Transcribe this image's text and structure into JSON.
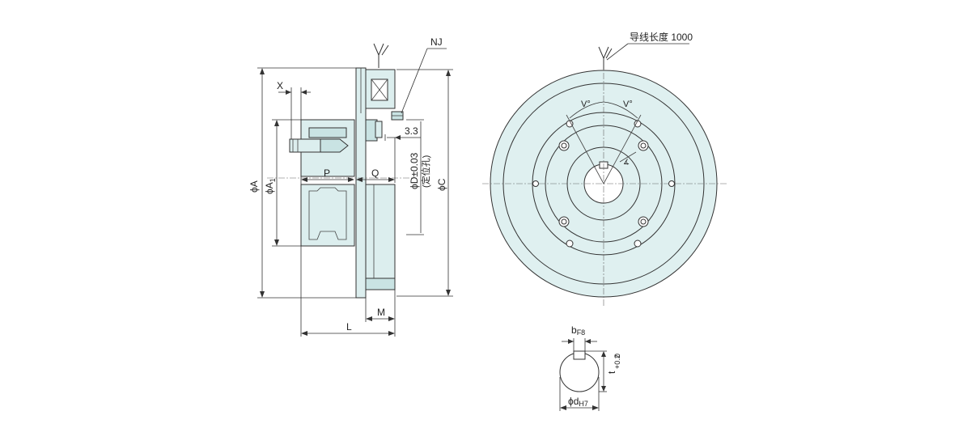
{
  "labels": {
    "nj": "NJ",
    "lead_length": "导线长度 1000",
    "x": "X",
    "phi_a": "ϕA",
    "phi_a1": "ϕA",
    "a1_sub": "1",
    "p": "P",
    "q": "Q",
    "dim_3_3": "3.3",
    "phi_d": "ϕD±0.03",
    "positioning_hole": "(定位孔)",
    "phi_c": "ϕC",
    "m": "M",
    "l": "L",
    "v_left": "V°",
    "v_right": "V°",
    "b": "b",
    "b_sub": "F8",
    "phi_dh": "ϕd",
    "dh_sub": "H7",
    "t": "t",
    "t_tol": "+0.2",
    "t_tol_low": "0"
  },
  "colors": {
    "body_fill": "#dceeee",
    "body_fill_dark": "#c9e3e3",
    "line": "#333333",
    "background": "#ffffff"
  }
}
